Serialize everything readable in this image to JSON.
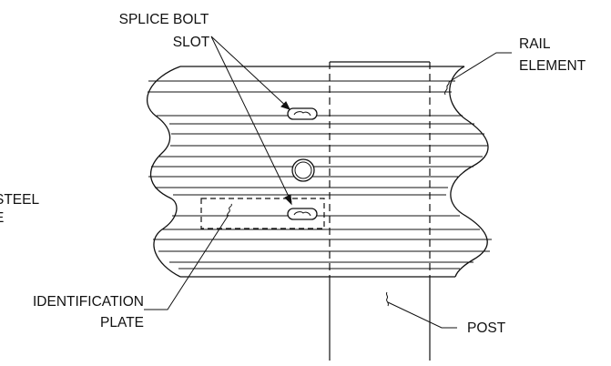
{
  "labels": {
    "splice_bolt_line1": "SPLICE BOLT",
    "splice_bolt_line2": "SLOT",
    "rail_line1": "RAIL",
    "rail_line2": "ELEMENT",
    "steel_line1": "STEEL",
    "steel_line2": "E",
    "identification_line1": "IDENTIFICATION",
    "identification_line2": "PLATE",
    "post": "POST"
  },
  "colors": {
    "line": "#111111",
    "background": "#ffffff"
  }
}
